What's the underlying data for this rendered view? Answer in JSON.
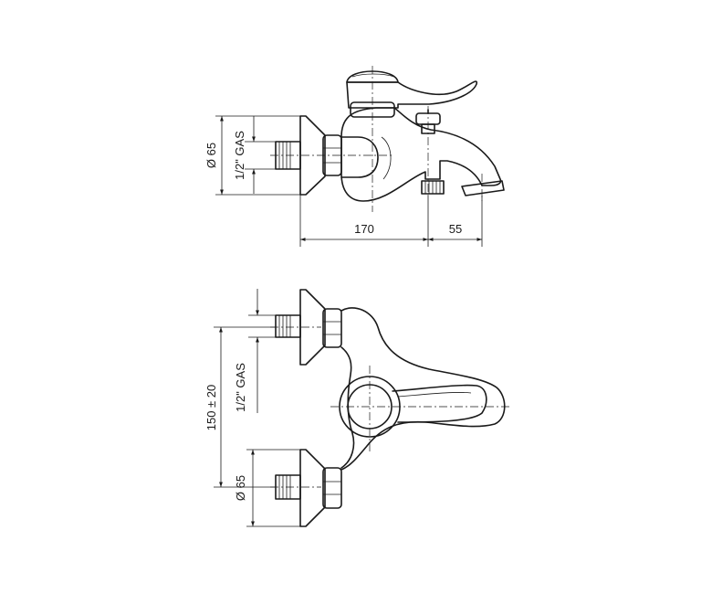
{
  "side_view": {
    "diameter_label": "Ø 65",
    "thread_label": "1/2\" GAS",
    "width_label": "170",
    "spout_label": "55"
  },
  "top_view": {
    "distance_label": "150 ± 20",
    "thread_label": "1/2\" GAS",
    "diameter_label": "Ø 65"
  }
}
